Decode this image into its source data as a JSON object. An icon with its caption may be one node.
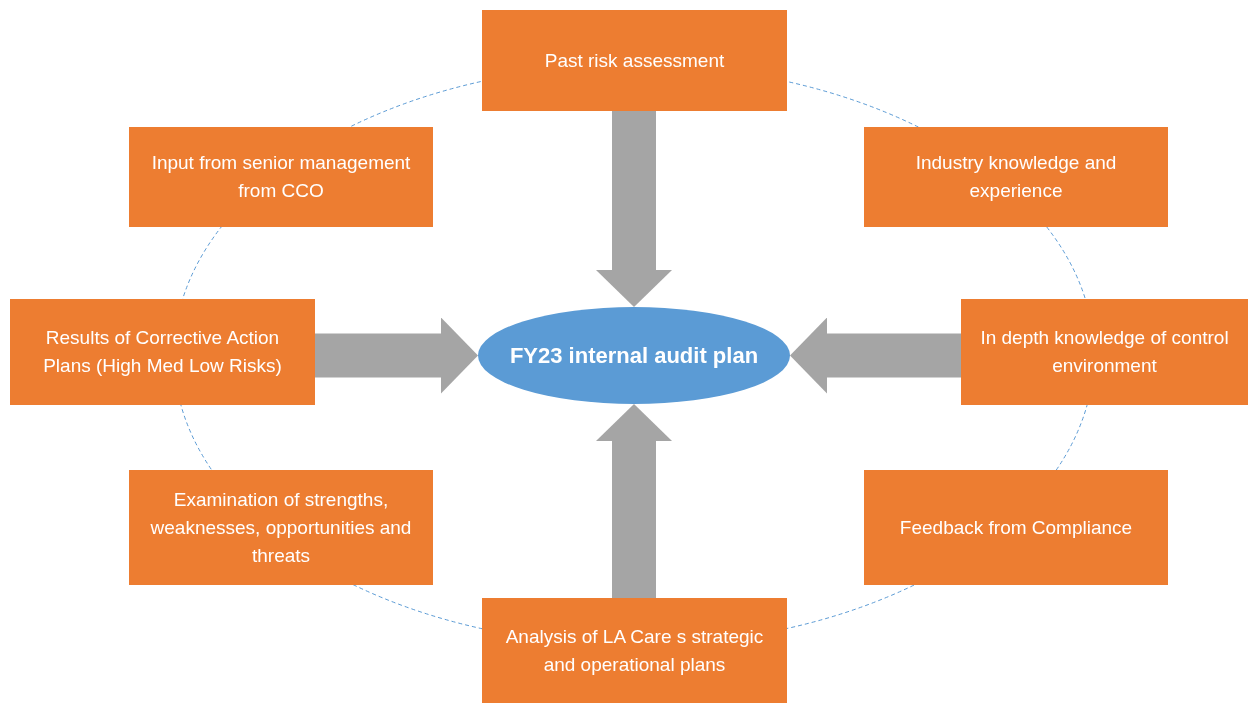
{
  "diagram": {
    "nodes": [
      {
        "text": [
          "Past risk assessment"
        ]
      },
      {
        "text": [
          "Input from senior management from CCO"
        ]
      },
      {
        "text": [
          "Industry knowledge and experience"
        ]
      },
      {
        "text": [
          "Results of Corrective Action Plans (High Med Low Risks)"
        ]
      },
      {
        "text": [
          "FY23 internal audit plan"
        ]
      },
      {
        "text": [
          "In depth knowledge of control environment"
        ]
      },
      {
        "text": [
          "Examination of strengths, weaknesses, opportunities and threats"
        ]
      },
      {
        "text": [
          "Feedback from Compliance"
        ]
      },
      {
        "text": [
          "Analysis of LA Care s strategic and operational plans"
        ]
      }
    ],
    "edges": [
      {
        "from": 0,
        "to": 4,
        "arrow": "to"
      },
      {
        "from": 3,
        "to": 4,
        "arrow": "to"
      },
      {
        "from": 5,
        "to": 4,
        "arrow": "to"
      },
      {
        "from": 8,
        "to": 4,
        "arrow": "to"
      }
    ]
  }
}
